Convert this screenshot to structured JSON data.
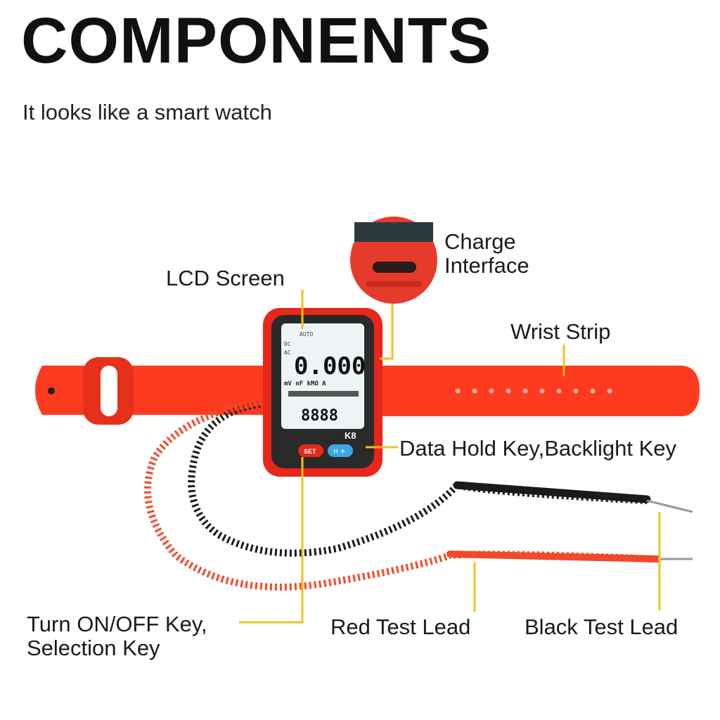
{
  "title": "COMPONENTS",
  "subtitle": "It looks like a smart watch",
  "labels": {
    "lcd_screen": "LCD Screen",
    "charge_interface_line1": "Charge",
    "charge_interface_line2": "Interface",
    "wrist_strip": "Wrist Strip",
    "data_hold_key": "Data Hold Key,Backlight Key",
    "turn_on_off_line1": "Turn ON/OFF Key,",
    "turn_on_off_line2": "Selection Key",
    "red_test_lead": "Red Test Lead",
    "black_test_lead": "Black Test Lead"
  },
  "device": {
    "model": "K8",
    "lcd_main_reading": "0.000",
    "lcd_sub_reading": "8888",
    "lcd_mode_auto": "AUTO",
    "lcd_mode_dc": "DC",
    "lcd_mode_ac": "AC",
    "lcd_units": "mV nF kMΩ A",
    "set_button": "SET"
  },
  "colors": {
    "strap": "#ff3b1f",
    "body": "#e8261a",
    "lcd_bg": "#eef3f6",
    "leader_line": "#f2c21a",
    "black_lead": "#1a1a1a",
    "red_lead": "#f04a2a"
  }
}
